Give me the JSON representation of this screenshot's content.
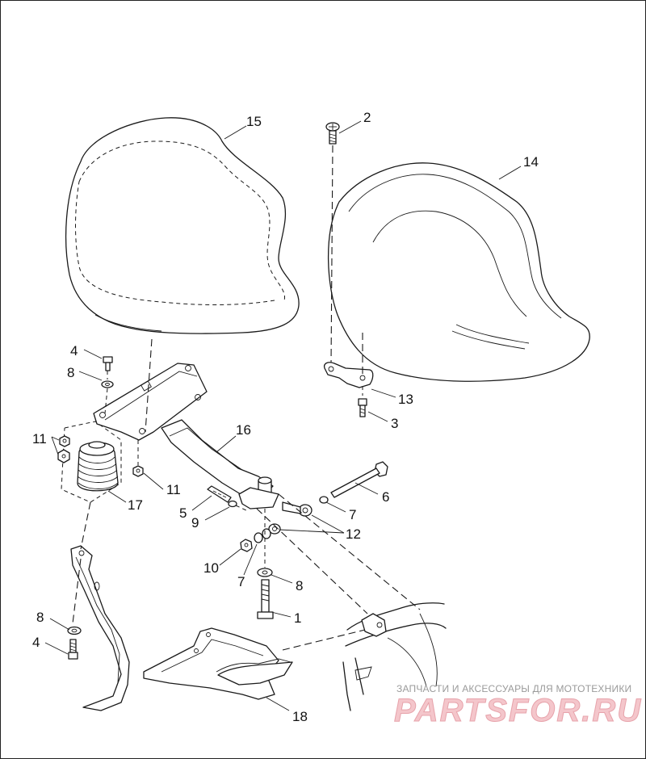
{
  "diagram": {
    "callouts": [
      {
        "id": "c15",
        "text": "15"
      },
      {
        "id": "c2",
        "text": "2"
      },
      {
        "id": "c14",
        "text": "14"
      },
      {
        "id": "c4a",
        "text": "4"
      },
      {
        "id": "c8a",
        "text": "8"
      },
      {
        "id": "c13",
        "text": "13"
      },
      {
        "id": "c3",
        "text": "3"
      },
      {
        "id": "c11a",
        "text": "11"
      },
      {
        "id": "c16",
        "text": "16"
      },
      {
        "id": "c11b",
        "text": "11"
      },
      {
        "id": "c17",
        "text": "17"
      },
      {
        "id": "c6",
        "text": "6"
      },
      {
        "id": "c5",
        "text": "5"
      },
      {
        "id": "c7a",
        "text": "7"
      },
      {
        "id": "c9",
        "text": "9"
      },
      {
        "id": "c12",
        "text": "12"
      },
      {
        "id": "c10",
        "text": "10"
      },
      {
        "id": "c7b",
        "text": "7"
      },
      {
        "id": "c8b",
        "text": "8"
      },
      {
        "id": "c1",
        "text": "1"
      },
      {
        "id": "c8c",
        "text": "8"
      },
      {
        "id": "c4b",
        "text": "4"
      },
      {
        "id": "c18",
        "text": "18"
      }
    ]
  },
  "watermark": {
    "tagline": "ЗАПЧАСТИ И АКСЕССУАРЫ ДЛЯ МОТОТЕХНИКИ",
    "logo": "PARTSFOR.RU"
  }
}
